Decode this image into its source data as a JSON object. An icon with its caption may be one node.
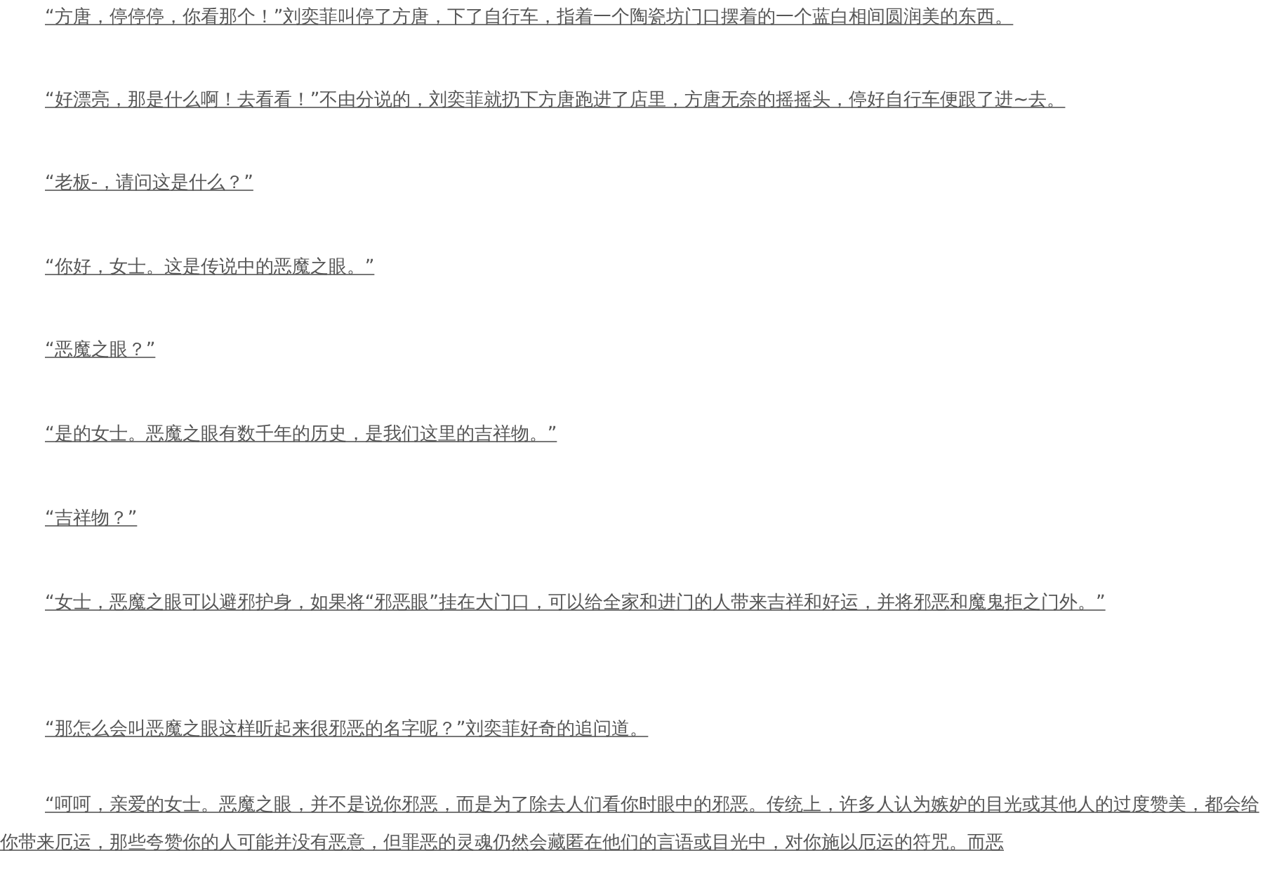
{
  "diagram": {
    "labels": [
      "“方唐，停停停，你看那个！”刘奕菲叫停了方唐，下了自行车，指着一个陶瓷坊门口摆着的一个蓝白相间圆润美的东西。",
      "“好漂亮，那是什么啊！去看看！”不由分说的，刘奕菲就扔下方唐跑进了店里，方唐无奈的摇摇头，停好自行车便跟了进~去。",
      "“老板-，请问这是什么？”",
      "“你好，女士。这是传说中的恶魔之眼。”",
      "“恶魔之眼？”",
      "“是的女士。恶魔之眼有数千年的历史，是我们这里的吉祥物。”",
      "“吉祥物？”",
      "“女士，恶魔之眼可以避邪护身，如果将“邪恶眼”挂在大门口，可以给全家和进门的人带来吉祥和好运，并将邪恶和魔鬼拒之门外。”",
      "“那怎么会叫恶魔之眼这样听起来很邪恶的名字呢？”刘奕菲好奇的追问道。",
      "“呵呵，亲爱的女士。恶魔之眼，并不是说你邪恶，而是为了除去人们看你时眼中的邪恶。传统上，许多人认为嫉妒的目光或其他人的过度赞美，都会给你带来厄运，那些夸赞你的人可能并没有恶意，但罪恶的灵魂仍然会藏匿在他们的言语或目光中，对你施以厄运的符咒。而恶"
    ]
  }
}
